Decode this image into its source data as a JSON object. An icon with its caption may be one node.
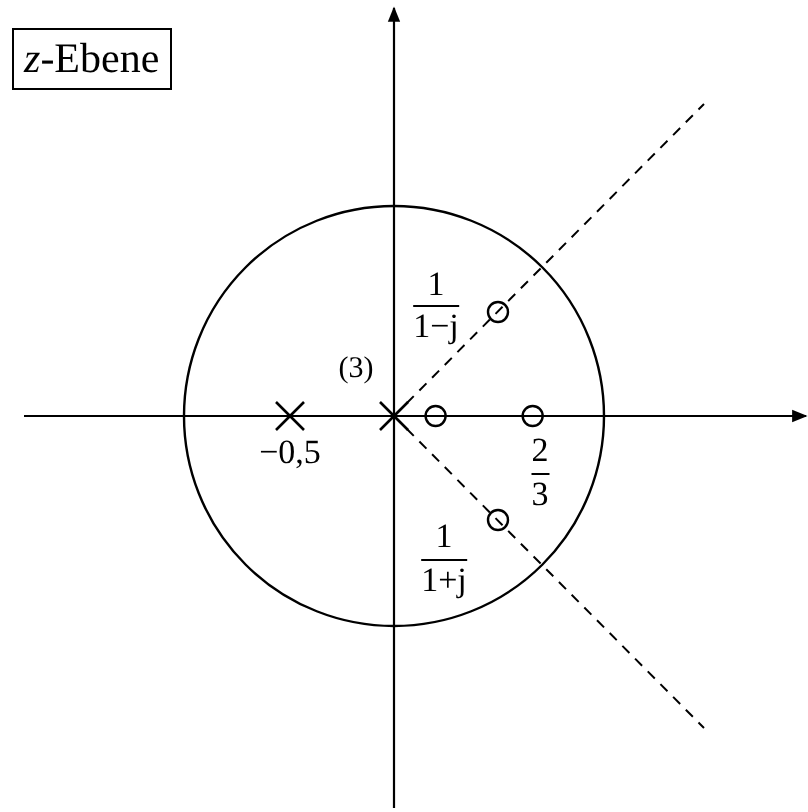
{
  "diagram": {
    "nodes": [
      {
        "text": [
          "*z*-Ebene"
        ]
      }
    ],
    "labels": [
      "1",
      "1−j",
      "(3)",
      "−0,5",
      "2",
      "3",
      "1",
      "1+j"
    ]
  }
}
